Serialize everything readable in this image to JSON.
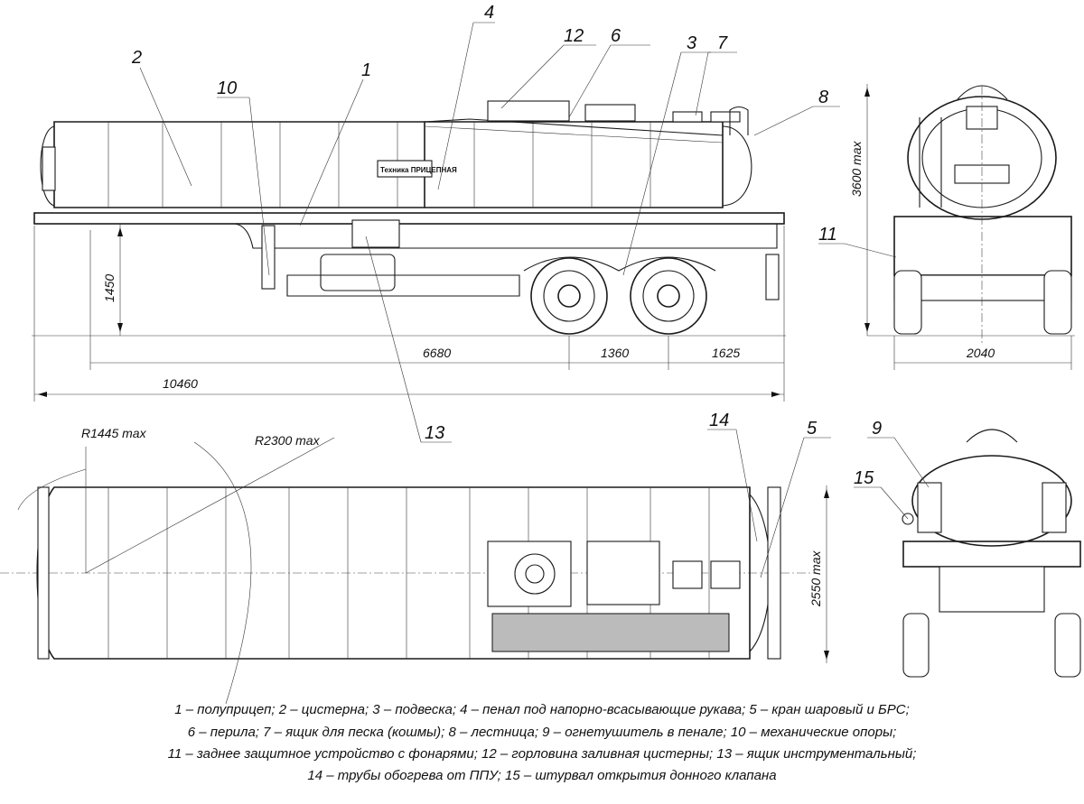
{
  "labels": {
    "c1": "1",
    "c2": "2",
    "c3": "3",
    "c4": "4",
    "c5": "5",
    "c6": "6",
    "c7": "7",
    "c8": "8",
    "c9": "9",
    "c10": "10",
    "c11": "11",
    "c12": "12",
    "c13": "13",
    "c14": "14",
    "c15": "15"
  },
  "dimensions": {
    "d1450": "1450",
    "d6680": "6680",
    "d1360": "1360",
    "d1625": "1625",
    "d10460": "10460",
    "d3600": "3600 max",
    "d2040": "2040",
    "d2550": "2550 max",
    "r1445": "R1445 max",
    "r2300": "R2300 max"
  },
  "branding": {
    "logo": "Техника ПРИЦЕПНАЯ"
  },
  "legend": [
    "1 – полуприцеп; 2 – цистерна; 3 – подвеска; 4 – пенал под напорно-всасывающие рукава; 5 – кран шаровый и БРС;",
    "6 – перила; 7 – ящик для песка (кошмы); 8 – лестница; 9 – огнетушитель в пенале; 10 – механические опоры;",
    "11 – заднее защитное устройство с фонарями; 12 – горловина заливная цистерны; 13 – ящик инструментальный;",
    "14 – трубы обогрева от ППУ; 15 – штурвал открытия донного клапана"
  ]
}
